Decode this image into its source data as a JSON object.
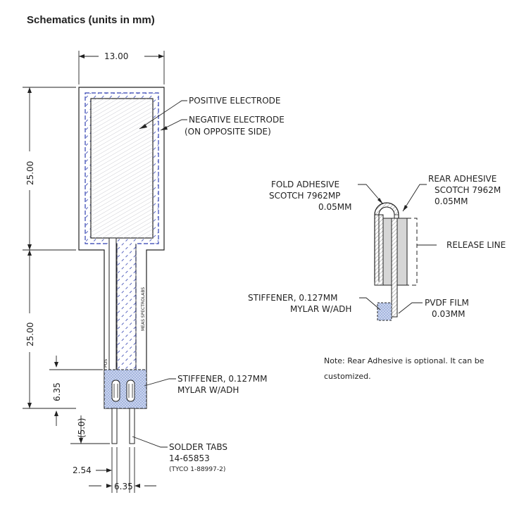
{
  "title": "Schematics (units in mm)",
  "note": "Note: Rear Adhesive is optional. It can be customized.",
  "dimensions": {
    "width_top": "13.00",
    "length_upper": "25.00",
    "length_lower": "25.00",
    "stiffener_len": "6.35",
    "tab_len": "(5.0)",
    "tab_pitch": "2.54",
    "tab_width": "6.35"
  },
  "labels": {
    "positive_electrode": "POSITIVE ELECTRODE",
    "negative_electrode_1": "NEGATIVE ELECTRODE",
    "negative_electrode_2": "(ON OPPOSITE SIDE)",
    "stiffener_1": "STIFFENER, 0.127MM",
    "stiffener_2": "MYLAR W/ADH",
    "solder_1": "SOLDER TABS",
    "solder_2": "14-65853",
    "solder_3": "(TYCO 1-88997-2)",
    "pos_mark": "POS",
    "brand_mark": "MEAS SPECTROLABS"
  },
  "side_view": {
    "fold_1": "FOLD ADHESIVE",
    "fold_2": "SCOTCH 7962MP",
    "fold_3": "0.05MM",
    "rear_1": "REAR ADHESIVE",
    "rear_2": "SCOTCH 7962M",
    "rear_3": "0.05MM",
    "release": "RELEASE LINE",
    "stiff_1": "STIFFENER, 0.127MM",
    "stiff_2": "MYLAR W/ADH",
    "pvdf_1": "PVDF FILM",
    "pvdf_2": "0.03MM"
  },
  "colors": {
    "line": "#222222",
    "electrode_blue": "#2f3fb0",
    "hatch_gray": "#b8b8c0",
    "stiffener_blue": "#9fb3e0"
  }
}
